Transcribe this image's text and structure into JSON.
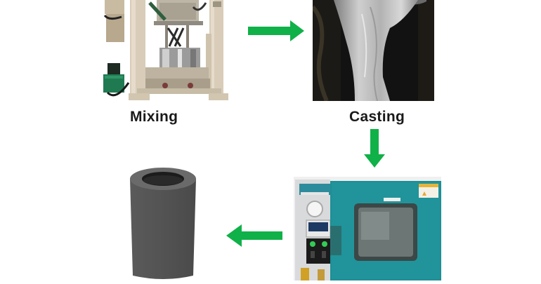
{
  "diagram": {
    "type": "process-flow",
    "steps": [
      {
        "id": "mixing",
        "label": "Mixing",
        "image": "planetary-vacuum-mixer-photo"
      },
      {
        "id": "casting",
        "label": "Casting",
        "image": "slurry-pouring-photo"
      },
      {
        "id": "curing",
        "label": "",
        "image": "vacuum-drying-oven-photo"
      },
      {
        "id": "product",
        "label": "",
        "image": "hollow-cylindrical-grain-photo"
      }
    ],
    "arrows": [
      {
        "from": "mixing",
        "to": "casting",
        "direction": "right"
      },
      {
        "from": "casting",
        "to": "curing",
        "direction": "down"
      },
      {
        "from": "curing",
        "to": "product",
        "direction": "left"
      }
    ],
    "colors": {
      "arrow": "#10b148",
      "oven_body": "#1e8f95",
      "label_text": "#1a1a1a",
      "background": "#ffffff"
    }
  }
}
